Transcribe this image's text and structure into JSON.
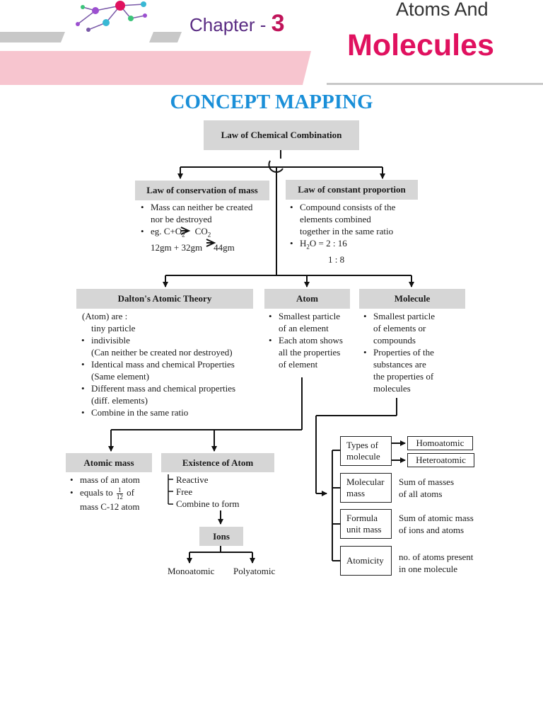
{
  "header": {
    "chapter_label": "Chapter -",
    "chapter_number": "3",
    "title_line1": "Atoms And",
    "title_line2": "Molecules",
    "colors": {
      "pink_band": "#f7c5cf",
      "chapter_purple": "#5a2c83",
      "title_magenta": "#e0115f",
      "section_blue": "#1a8fd8",
      "grey_box": "#d6d6d6"
    }
  },
  "section_title": "CONCEPT MAPPING",
  "diagram": {
    "root": "Law of Chemical Combination",
    "conservation": {
      "title": "Law of conservation of mass",
      "b1_l1": "Mass can neither be created",
      "b1_l2": "nor be destroyed",
      "b2_prefix": "eg. C+O",
      "b2_sub": "2",
      "b2_suffix": "CO",
      "b2_sub2": "2",
      "b2_l2_left": "12gm + 32gm",
      "b2_l2_right": "44gm"
    },
    "constant": {
      "title": "Law of constant proportion",
      "b1_l1": "Compound consists of the",
      "b1_l2": "elements combined",
      "b1_l3": "together in the same ratio",
      "b2_prefix": "H",
      "b2_sub": "2",
      "b2_suffix": "O = 2 : 16",
      "b2_l2": "1 : 8"
    },
    "dalton": {
      "title": "Dalton's Atomic Theory",
      "intro": "(Atom) are :",
      "l1": "tiny particle",
      "l2": "indivisible",
      "l3": "(Can neither be created nor destroyed)",
      "l4": "Identical mass and chemical Properties",
      "l5": "(Same element)",
      "l6": "Different mass and chemical properties",
      "l7": "(diff. elements)",
      "l8": "Combine in the same ratio"
    },
    "atom": {
      "title": "Atom",
      "l1": "Smallest particle",
      "l2": "of an element",
      "l3": "Each atom shows",
      "l4": "all the properties",
      "l5": "of element"
    },
    "molecule": {
      "title": "Molecule",
      "l1": "Smallest particle",
      "l2": "of elements or",
      "l3": "compounds",
      "l4": "Properties of the",
      "l5": "substances are",
      "l6": "the properties of",
      "l7": "molecules"
    },
    "atomic_mass": {
      "title": "Atomic mass",
      "l1": "mass of an atom",
      "l2": "equals to",
      "frac_num": "1",
      "frac_den": "12",
      "l2_suffix": "of",
      "l3": "mass C-12 atom"
    },
    "existence": {
      "title": "Existence of Atom",
      "i1": "Reactive",
      "i2": "Free",
      "i3": "Combine to form"
    },
    "ions": {
      "title": "Ions",
      "left": "Monoatomic",
      "right": "Polyatomic"
    },
    "mol_props": {
      "types_l1": "Types of",
      "types_l2": "molecule",
      "homo": "Homoatomic",
      "hetero": "Heteroatomic",
      "molmass_l1": "Molecular",
      "molmass_l2": "mass",
      "molmass_d1": "Sum of masses",
      "molmass_d2": "of all atoms",
      "formula_l1": "Formula",
      "formula_l2": "unit mass",
      "formula_d1": "Sum of atomic mass",
      "formula_d2": "of ions and atoms",
      "atomicity": "Atomicity",
      "atomicity_d1": "no. of atoms present",
      "atomicity_d2": "in one molecule"
    }
  }
}
